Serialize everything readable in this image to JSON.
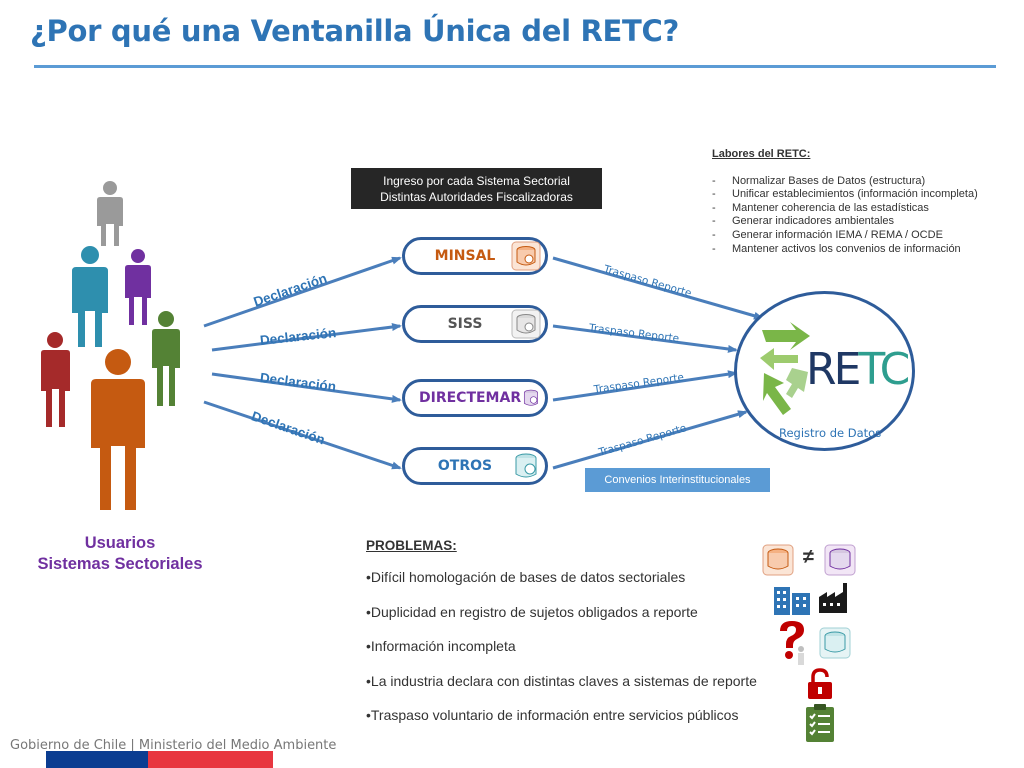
{
  "title": "¿Por qué una Ventanilla Única del RETC?",
  "ingreso_box": [
    "Ingreso por cada Sistema Sectorial",
    "Distintas Autoridades Fiscalizadoras"
  ],
  "labores": {
    "header": "Labores del RETC:",
    "items": [
      "Normalizar Bases de Datos (estructura)",
      "Unificar establecimientos (información incompleta)",
      "Mantener coherencia de las estadísticas",
      "Generar indicadores ambientales",
      "Generar información IEMA / REMA / OCDE",
      "Mantener activos los convenios de información"
    ]
  },
  "systems": [
    {
      "label": "MINSAL",
      "color": "#c55a11",
      "icon": "database-icon-red"
    },
    {
      "label": "SISS",
      "color": "#555555",
      "icon": "database-icon-gray"
    },
    {
      "label": "DIRECTEMAR",
      "color": "#7030a0",
      "icon": "database-icon-purple"
    },
    {
      "label": "OTROS",
      "color": "#2e74b5",
      "icon": "database-icon-teal"
    }
  ],
  "declaracion_label": "Declaración",
  "traspaso_label": "Traspaso Reporte",
  "convenios": "Convenios Interinstitucionales",
  "retc": {
    "logo": "RETC",
    "subtitle": "Registro de Datos"
  },
  "users_label": [
    "Usuarios",
    "Sistemas Sectoriales"
  ],
  "problems": {
    "header": "PROBLEMAS:",
    "items": [
      "•Difícil homologación de bases de datos sectoriales",
      "•Duplicidad en registro de sujetos obligados a reporte",
      "•Información incompleta",
      "•La industria declara con distintas claves a sistemas de reporte",
      "•Traspaso voluntario de información entre servicios públicos"
    ],
    "icons": [
      "not-equal-databases-icon",
      "building-factory-icon",
      "question-mark-icon",
      "padlock-icon",
      "checklist-icon"
    ],
    "not_equal_symbol": "≠"
  },
  "colors": {
    "title": "#2e74b5",
    "node_border": "#2e5c9a",
    "arrow": "#4a7ebb",
    "users": "#7030a0",
    "retc_green": "#7ab648"
  },
  "footer": "Gobierno de Chile | Ministerio del Medio Ambiente"
}
